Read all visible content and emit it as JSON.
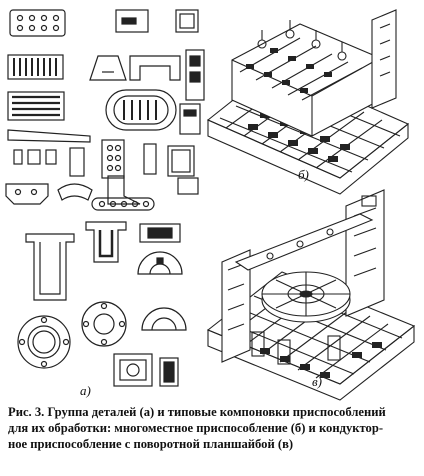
{
  "figure": {
    "panel_labels": {
      "a": "а)",
      "b": "б)",
      "v": "в)"
    },
    "caption": {
      "title": "Рис. 3.",
      "line1_rest": "Группа деталей (а) и типовые компоновки приспособлений",
      "line2": "для их обработки: многоместное приспособление (б) и кондуктор-",
      "line3": "ное приспособление с поворотной планшайбой (в)"
    }
  }
}
